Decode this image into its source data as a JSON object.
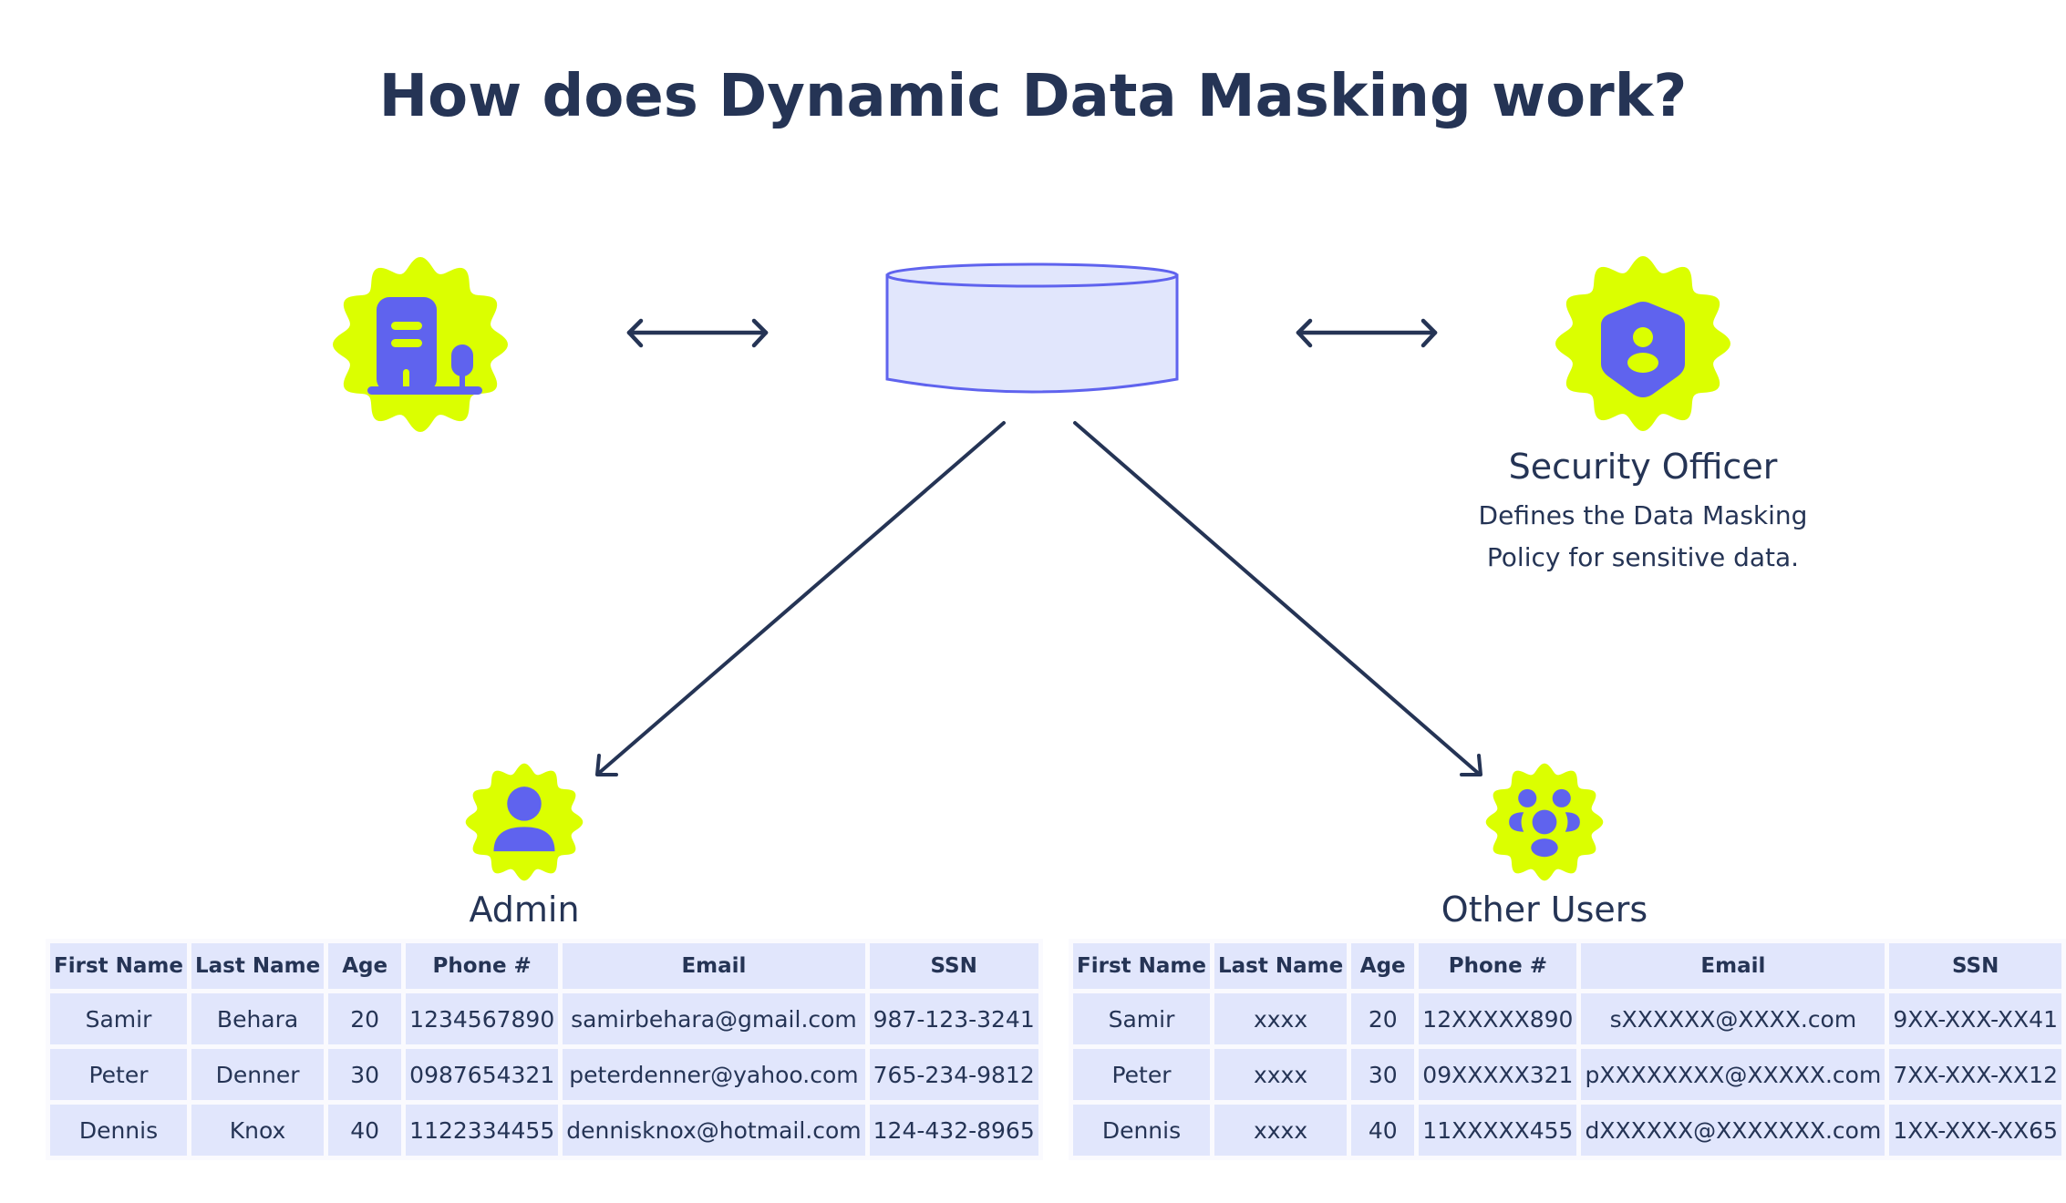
{
  "title": "How does Dynamic Data Masking work?",
  "colors": {
    "text": "#253455",
    "badge": "#dbff00",
    "icon": "#5f63ee",
    "database_fill": "#e1e6fc",
    "database_stroke": "#5f63ee",
    "table_cell": "#e1e6fc"
  },
  "nodes": {
    "application": {
      "icon": "building-icon"
    },
    "database": {
      "icon": "database-icon"
    },
    "security_officer": {
      "icon": "shield-user-icon",
      "label": "Security Officer",
      "description_lines": [
        "Defines the Data Masking",
        "Policy for sensitive data."
      ]
    },
    "admin": {
      "icon": "user-icon",
      "label": "Admin"
    },
    "other_users": {
      "icon": "users-group-icon",
      "label": "Other Users"
    }
  },
  "connectors": [
    {
      "from": "application",
      "to": "database",
      "type": "bidirectional"
    },
    {
      "from": "database",
      "to": "security_officer",
      "type": "bidirectional"
    },
    {
      "from": "database",
      "to": "admin",
      "type": "directed"
    },
    {
      "from": "database",
      "to": "other_users",
      "type": "directed"
    }
  ],
  "tables": {
    "columns": [
      "First Name",
      "Last Name",
      "Age",
      "Phone #",
      "Email",
      "SSN"
    ],
    "admin": {
      "rows": [
        [
          "Samir",
          "Behara",
          "20",
          "1234567890",
          "samirbehara@gmail.com",
          "987-123-3241"
        ],
        [
          "Peter",
          "Denner",
          "30",
          "0987654321",
          "peterdenner@yahoo.com",
          "765-234-9812"
        ],
        [
          "Dennis",
          "Knox",
          "40",
          "1122334455",
          "dennisknox@hotmail.com",
          "124-432-8965"
        ]
      ]
    },
    "other_users": {
      "rows": [
        [
          "Samir",
          "xxxx",
          "20",
          "12XXXXX890",
          "sXXXXXX@XXXX.com",
          "9XX-XXX-XX41"
        ],
        [
          "Peter",
          "xxxx",
          "30",
          "09XXXXX321",
          "pXXXXXXXX@XXXXX.com",
          "7XX-XXX-XX12"
        ],
        [
          "Dennis",
          "xxxx",
          "40",
          "11XXXXX455",
          "dXXXXXX@XXXXXXX.com",
          "1XX-XXX-XX65"
        ]
      ]
    }
  }
}
